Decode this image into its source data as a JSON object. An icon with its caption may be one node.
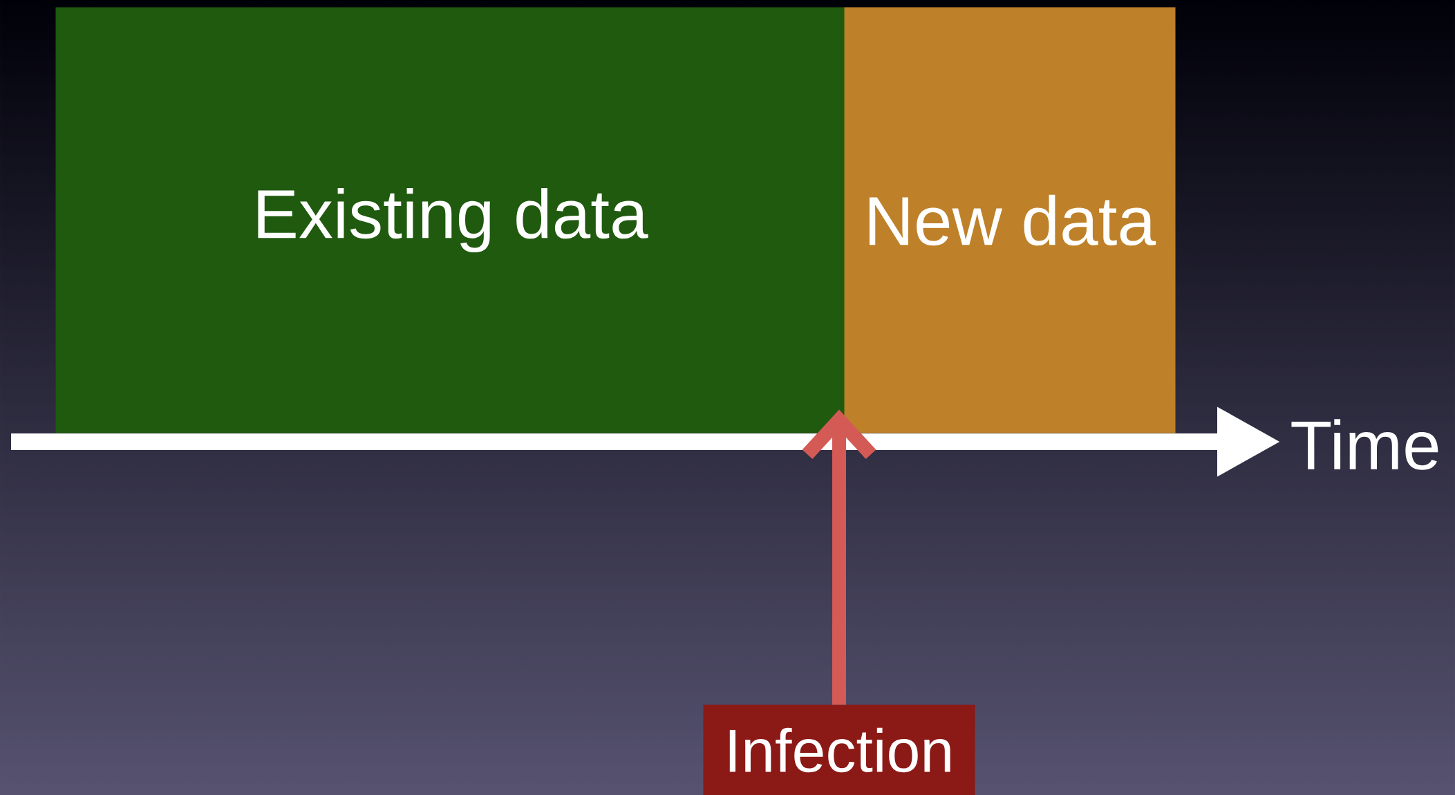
{
  "diagram": {
    "nodes": [
      {
        "text": [
          "Existing data"
        ]
      },
      {
        "text": [
          "New data"
        ]
      },
      {
        "text": [
          "Infection"
        ]
      }
    ],
    "edges": [
      {
        "from": 2,
        "to": 1,
        "arrow": "to",
        "color": "#d45a55"
      }
    ],
    "labels": [
      "Time"
    ]
  }
}
